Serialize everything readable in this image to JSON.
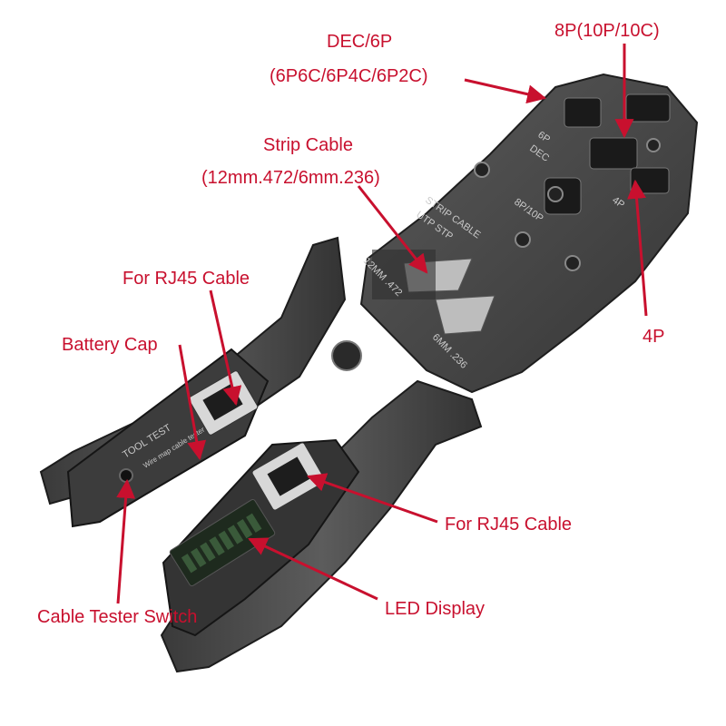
{
  "callouts": {
    "dec_6p": "DEC/6P",
    "dec_6p_types": "(6P6C/6P4C/6P2C)",
    "port_8p": "8P(10P/10C)",
    "strip_cable": "Strip Cable",
    "strip_cable_sizes": "(12mm.472/6mm.236)",
    "rj45_top": "For RJ45 Cable",
    "battery_cap": "Battery Cap",
    "port_4p": "4P",
    "rj45_bottom": "For RJ45 Cable",
    "led_display": "LED Display",
    "tester_switch": "Cable Tester Switch"
  },
  "tool_markings": {
    "die_6p": "6P",
    "die_dec": "DEC",
    "die_4p": "4P",
    "die_8p": "8P/10P",
    "strip": "STRIP CABLE",
    "utp_stp": "UTP STP",
    "mm12": "12MM .472",
    "mm6": "6MM .236",
    "tool_test": "TOOL TEST",
    "wire_map": "Wire map cable tester"
  },
  "colors": {
    "label": "#c8102e",
    "arrow": "#c8102e",
    "tool_body": "#4a4a4a",
    "tool_dark": "#2b2b2b",
    "background": "#ffffff"
  }
}
